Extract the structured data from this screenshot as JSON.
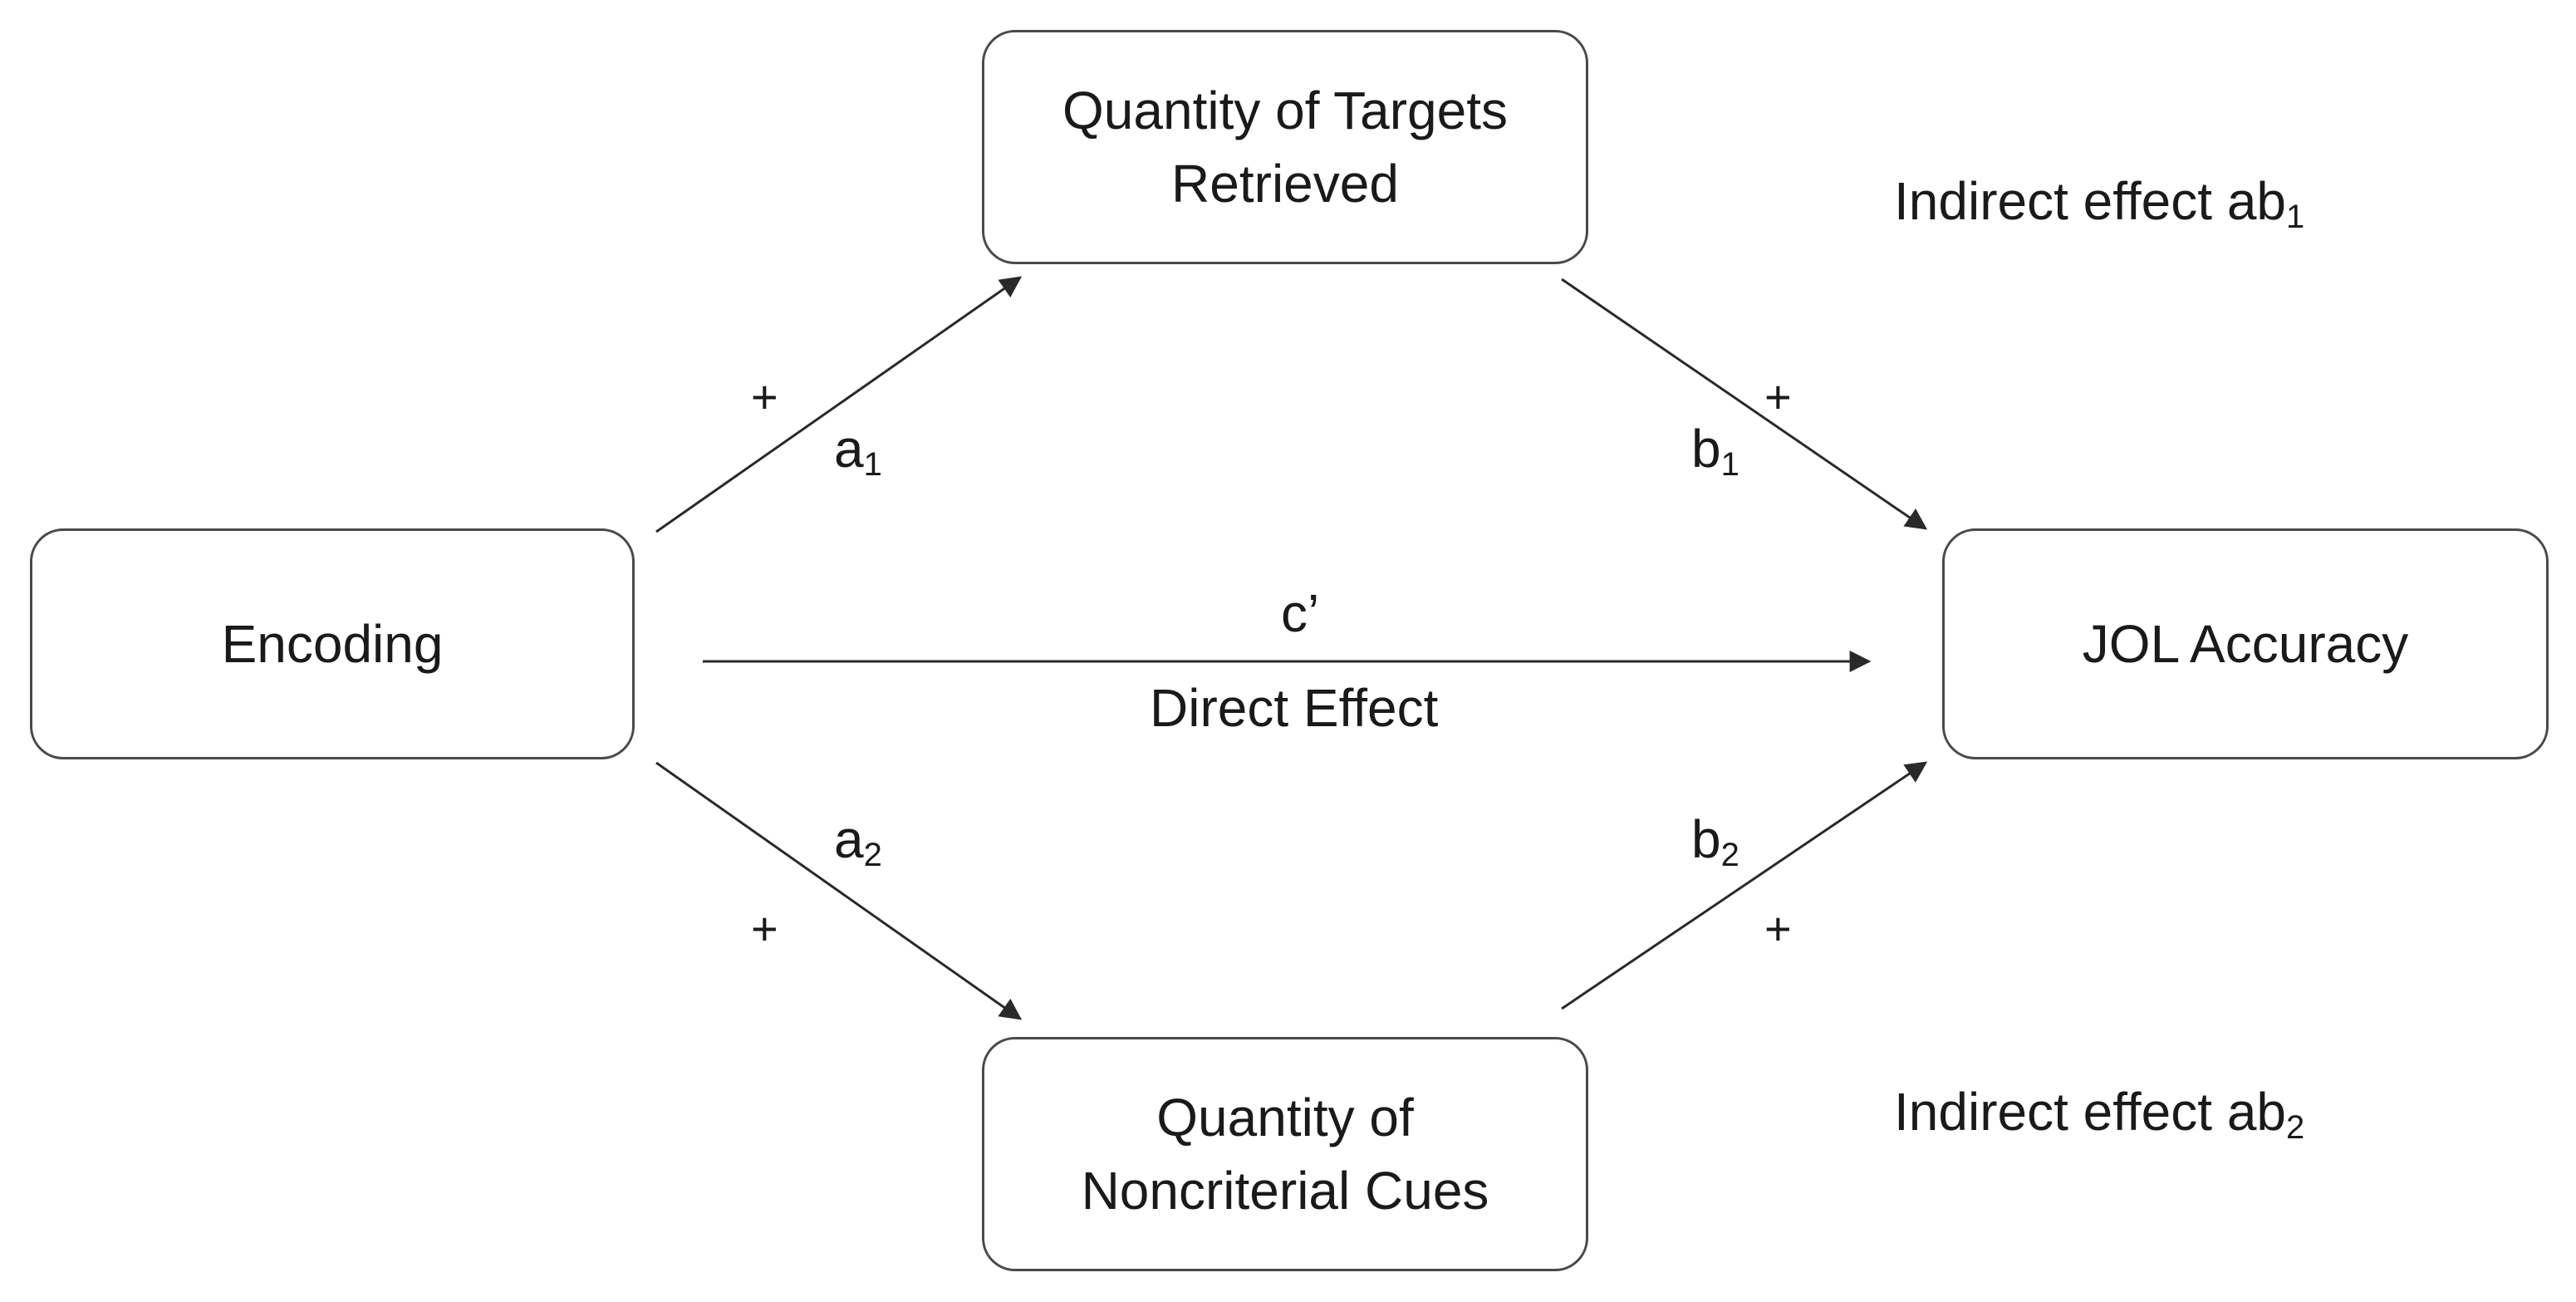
{
  "nodes": {
    "encoding": "Encoding",
    "targets": [
      "Quantity of Targets",
      "Retrieved"
    ],
    "cues": [
      "Quantity of",
      "Noncriterial Cues"
    ],
    "jol": "JOL Accuracy"
  },
  "paths": {
    "a1": {
      "main": "a",
      "sub": "1",
      "sign": "+"
    },
    "a2": {
      "main": "a",
      "sub": "2",
      "sign": "+"
    },
    "b1": {
      "main": "b",
      "sub": "1",
      "sign": "+"
    },
    "b2": {
      "main": "b",
      "sub": "2",
      "sign": "+"
    },
    "c_prime": "c’",
    "direct_label": "Direct Effect"
  },
  "indirect": {
    "ab1": {
      "text": "Indirect effect ab",
      "sub": "1"
    },
    "ab2": {
      "text": "Indirect effect ab",
      "sub": "2"
    }
  }
}
